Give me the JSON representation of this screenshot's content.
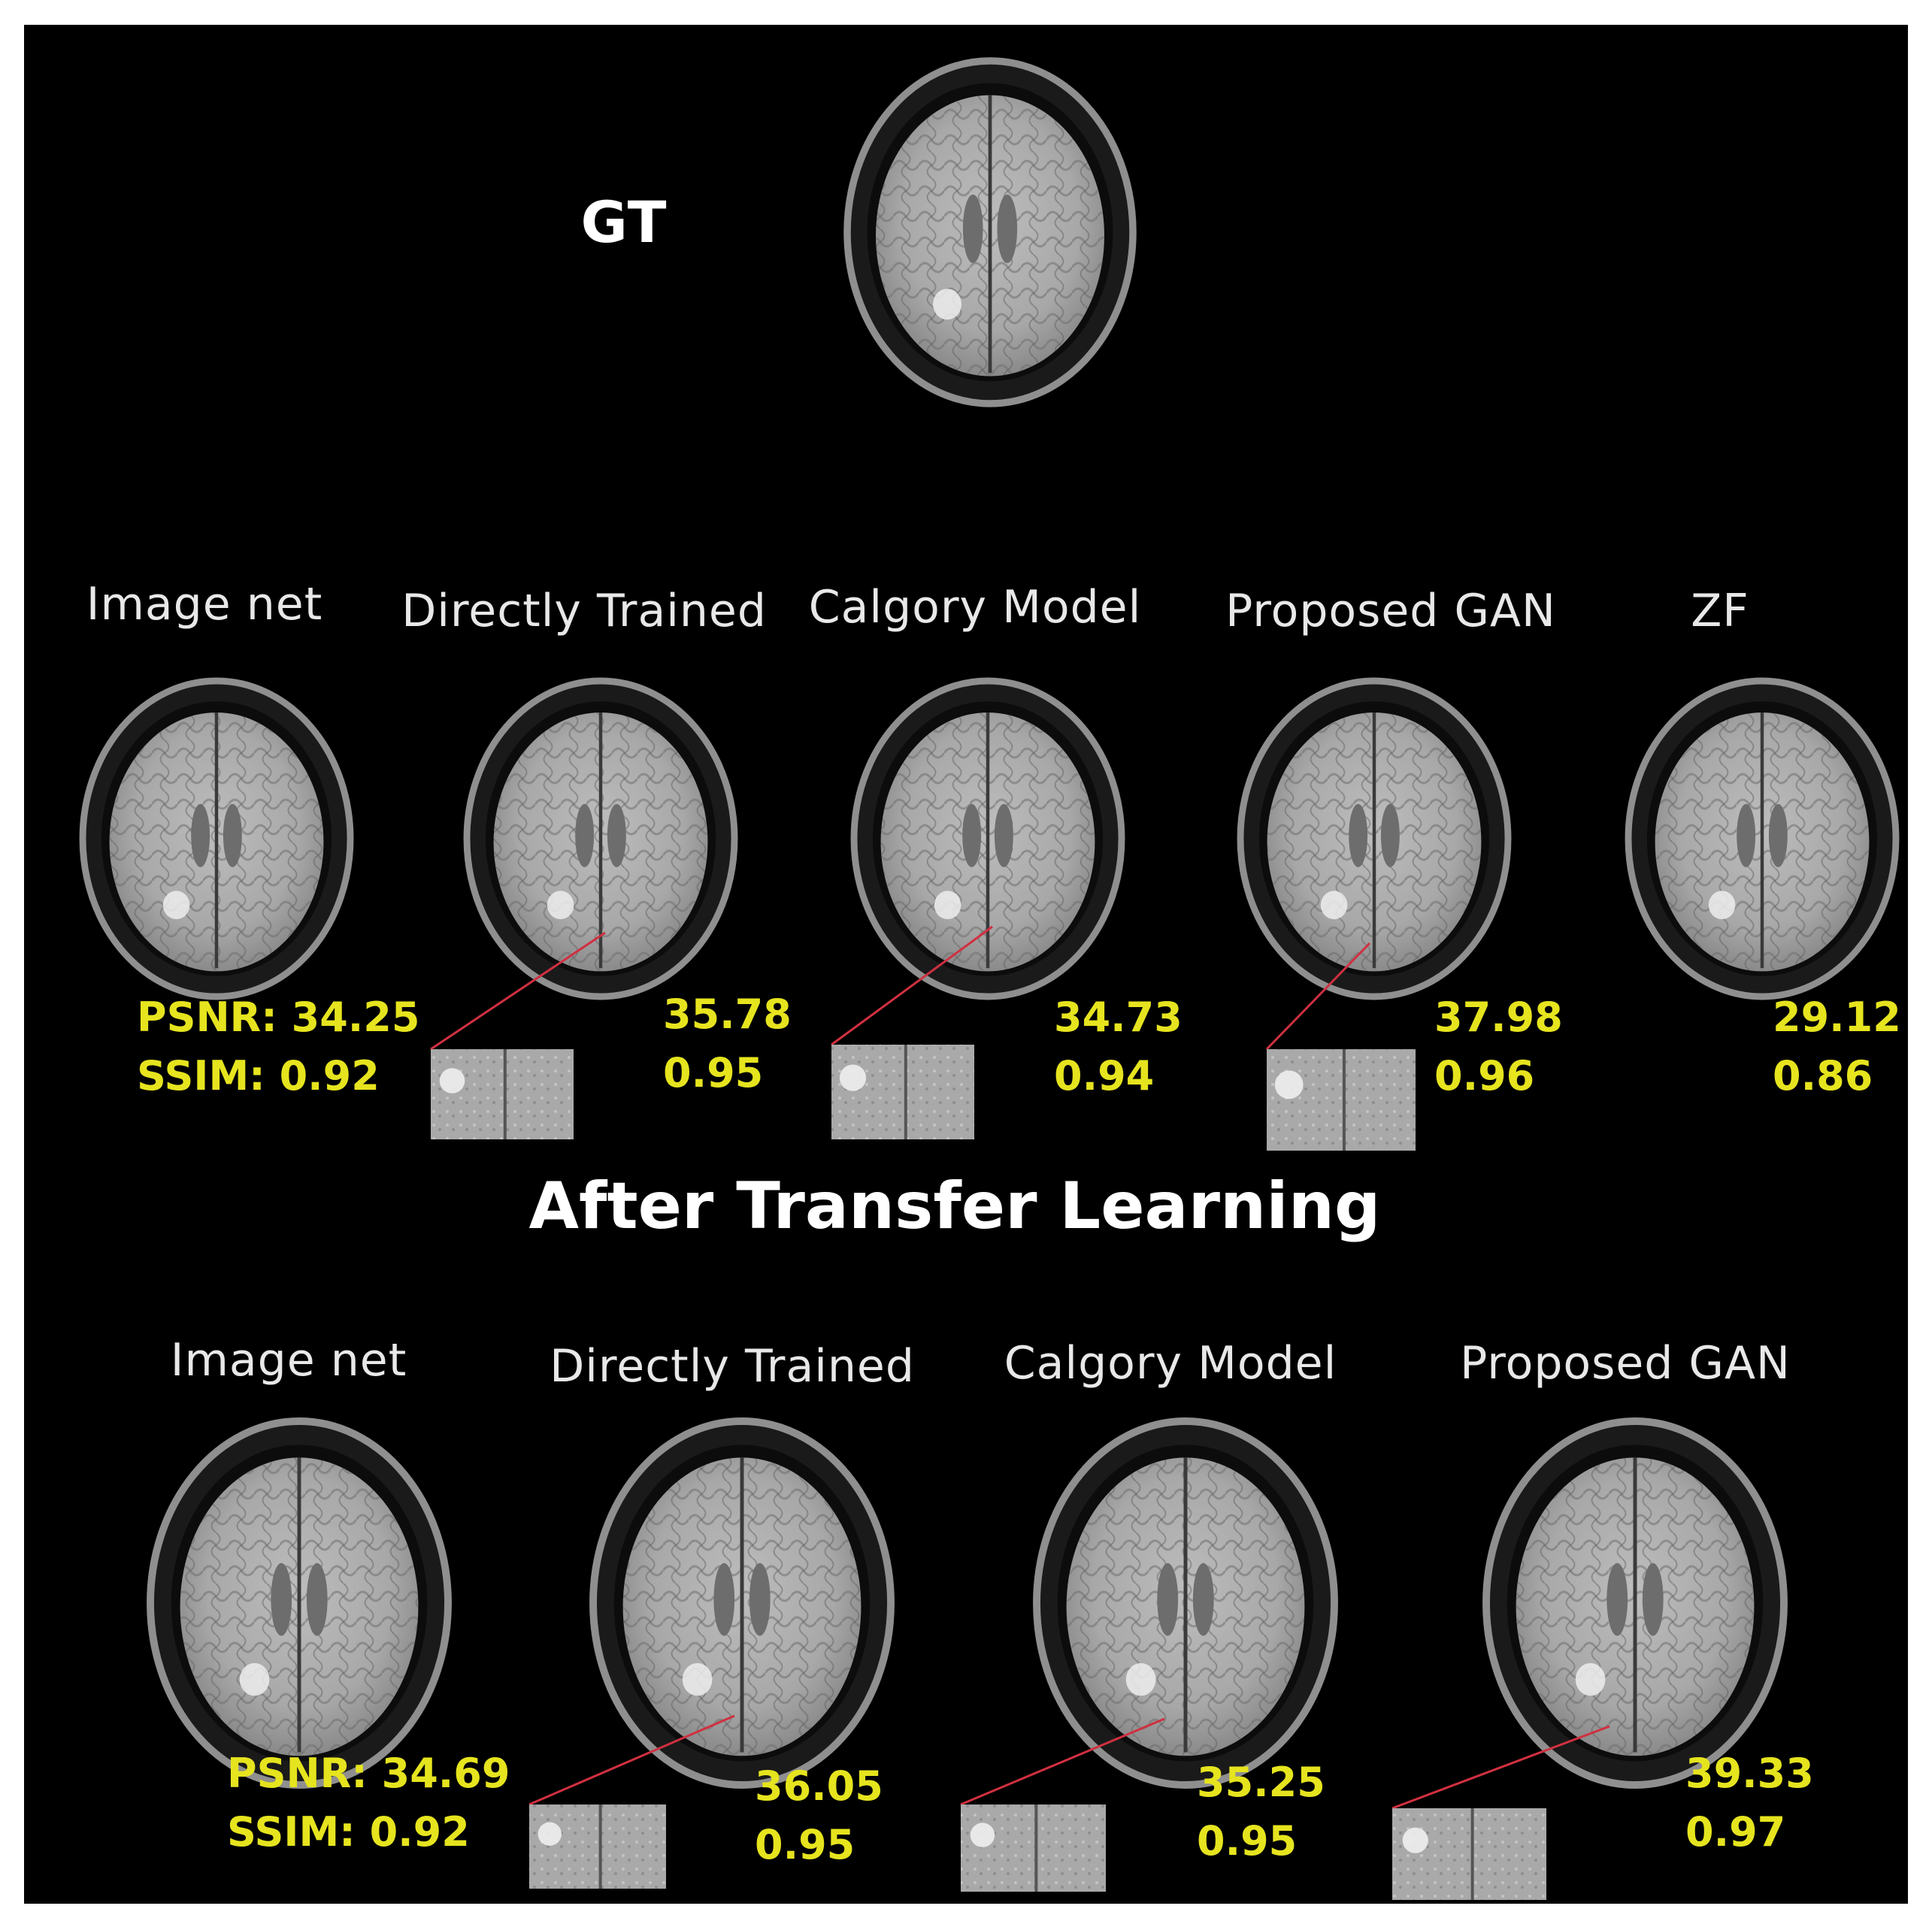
{
  "gt": {
    "title": "GT"
  },
  "top_row": {
    "columns": [
      {
        "label": "Image net",
        "psnr": "PSNR: 34.25",
        "ssim": "SSIM: 0.92",
        "has_zoom": false
      },
      {
        "label": "Directly Trained",
        "psnr": "35.78",
        "ssim": "0.95",
        "has_zoom": true
      },
      {
        "label": "Calgory Model",
        "psnr": "34.73",
        "ssim": "0.94",
        "has_zoom": true
      },
      {
        "label": "Proposed GAN",
        "psnr": "37.98",
        "ssim": "0.96",
        "has_zoom": true
      },
      {
        "label": "ZF",
        "psnr": "29.12",
        "ssim": "0.86",
        "has_zoom": false
      }
    ]
  },
  "section_title": "After Transfer Learning",
  "bottom_row": {
    "columns": [
      {
        "label": "Image net",
        "psnr": "PSNR: 34.69",
        "ssim": "SSIM: 0.92",
        "has_zoom": false
      },
      {
        "label": "Directly Trained",
        "psnr": "36.05",
        "ssim": "0.95",
        "has_zoom": true
      },
      {
        "label": "Calgory Model",
        "psnr": "35.25",
        "ssim": "0.95",
        "has_zoom": true
      },
      {
        "label": "Proposed GAN",
        "psnr": "39.33",
        "ssim": "0.97",
        "has_zoom": true
      }
    ]
  },
  "colors": {
    "background": "#000000",
    "metric_text": "#e6e41e",
    "label_text": "#e8e8e8",
    "zoom_line": "#d03040"
  }
}
